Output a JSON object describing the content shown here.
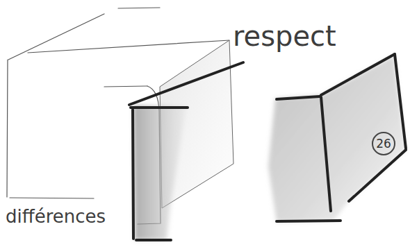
{
  "diagram": {
    "nodes": [
      {
        "text": [
          "26"
        ]
      }
    ],
    "labels": [
      "respect",
      "différences"
    ]
  }
}
